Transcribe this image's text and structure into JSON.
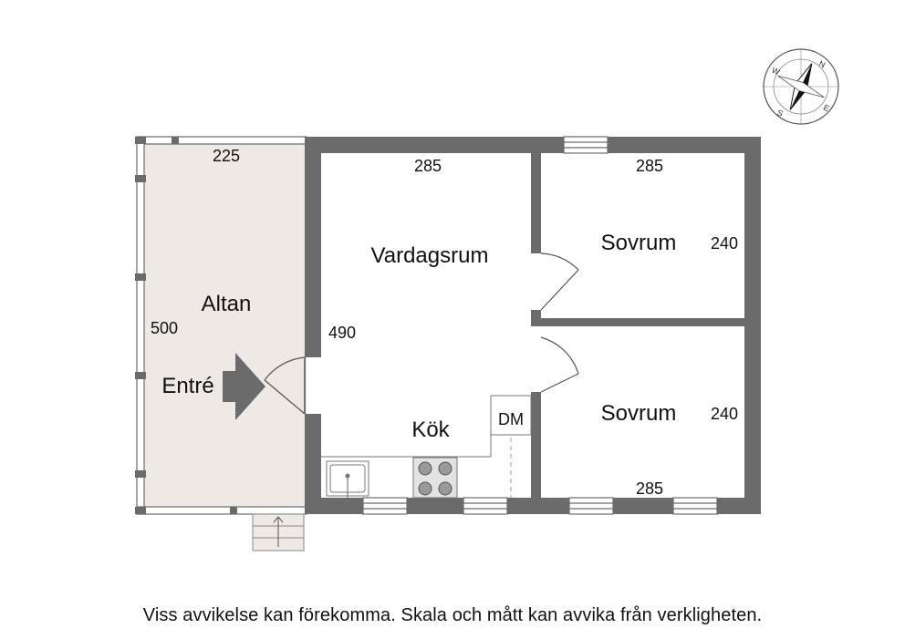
{
  "rooms": {
    "altan": "Altan",
    "entre": "Entré",
    "vardagsrum": "Vardagsrum",
    "kok": "Kök",
    "dm": "DM",
    "sovrum_1": "Sovrum",
    "sovrum_2": "Sovrum"
  },
  "dimensions": {
    "altan_width": "225",
    "altan_length": "500",
    "vardagsrum_width": "285",
    "living_length": "490",
    "sovrum_1_width": "285",
    "sovrum_1_depth": "240",
    "sovrum_2_depth": "240",
    "sovrum_2_width": "285"
  },
  "compass": {
    "n": "N",
    "e": "E",
    "s": "S",
    "w": "W"
  },
  "icons": {
    "entry_arrow": "entry-arrow-icon",
    "compass": "compass-icon",
    "stove": "stove-icon",
    "sink": "sink-icon"
  },
  "colors": {
    "wall": "#6b6b6b",
    "terrace_fill": "#efe9e6",
    "arrow": "#6b6b6b",
    "text": "#111111"
  },
  "disclaimer": "Viss avvikelse kan förekomma. Skala och mått kan avvika från verkligheten."
}
